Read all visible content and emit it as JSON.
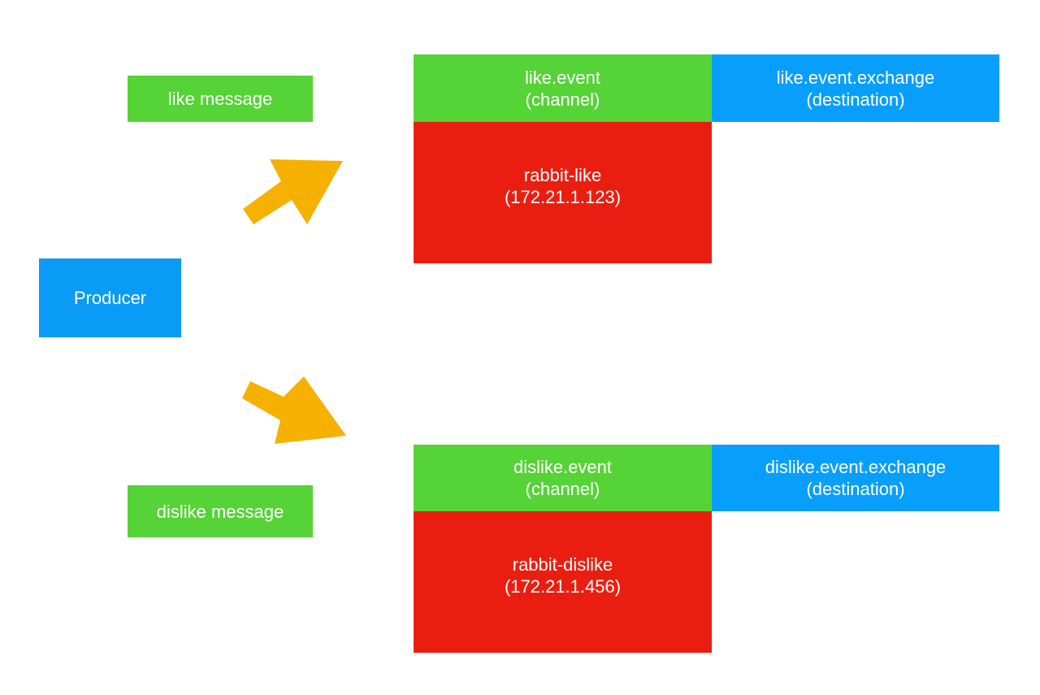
{
  "producer": {
    "label": "Producer"
  },
  "messages": {
    "like": "like message",
    "dislike": "dislike message"
  },
  "like_group": {
    "channel_name": "like.event",
    "channel_type": "(channel)",
    "destination_name": "like.event.exchange",
    "destination_type": "(destination)",
    "broker_name": "rabbit-like",
    "broker_ip": "(172.21.1.123)"
  },
  "dislike_group": {
    "channel_name": "dislike.event",
    "channel_type": "(channel)",
    "destination_name": "dislike.event.exchange",
    "destination_type": "(destination)",
    "broker_name": "rabbit-dislike",
    "broker_ip": "(172.21.1.456)"
  },
  "colors": {
    "green": "#56d336",
    "blue": "#0a9bf6",
    "red": "#ea1e10",
    "arrow": "#f6b100"
  }
}
